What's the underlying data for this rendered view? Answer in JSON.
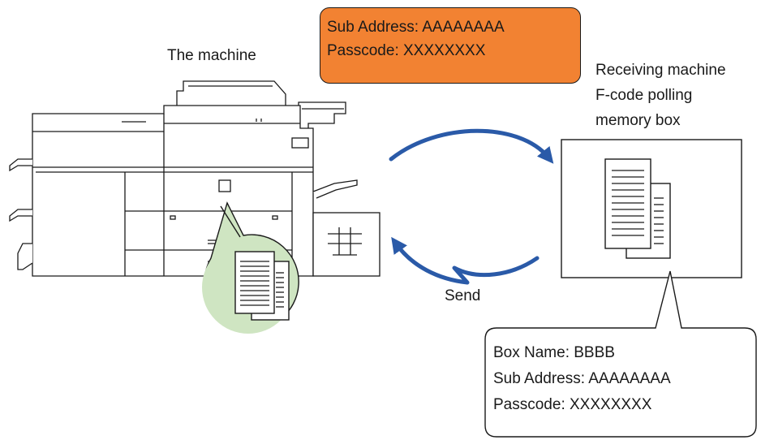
{
  "labels": {
    "the_machine": "The machine",
    "receiving_machine": [
      "Receiving machine",
      "F-code polling",
      "memory box"
    ],
    "send": "Send"
  },
  "sender_info": {
    "sub_address": "Sub Address: AAAAAAAA",
    "passcode": "Passcode: XXXXXXXX"
  },
  "box_info": {
    "box_name": "Box Name: BBBB",
    "sub_address": "Sub Address: AAAAAAAA",
    "passcode": "Passcode: XXXXXXXX"
  },
  "colors": {
    "callout_fill": "#f28232",
    "arrow": "#2a5aa8",
    "doc_bubble": "#cfe5c2"
  }
}
